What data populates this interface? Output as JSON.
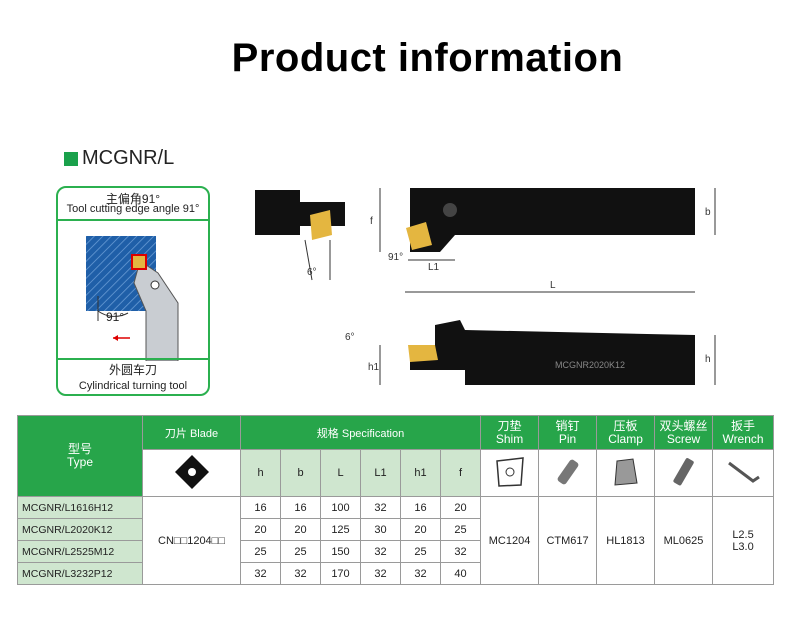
{
  "title": "Product information",
  "model": "MCGNR/L",
  "angle_panel": {
    "cn_title": "主偏角91°",
    "en_title": "Tool cutting edge angle 91°",
    "angle_label": "91°",
    "cn_bottom": "外圆车刀",
    "en_bottom": "Cylindrical turning tool"
  },
  "drawing": {
    "labels": {
      "f": "f",
      "b": "b",
      "L1": "L1",
      "L": "L",
      "a91": "91°",
      "a6": "6°",
      "a6b": "6°",
      "h1": "h1",
      "h": "h"
    },
    "holder_text": "MCGNR2020K12"
  },
  "table": {
    "headers": {
      "type_cn": "型号",
      "type_en": "Type",
      "blade": "刀片 Blade",
      "spec": "规格 Specification",
      "shim_cn": "刀垫",
      "shim_en": "Shim",
      "pin_cn": "销钉",
      "pin_en": "Pin",
      "clamp_cn": "压板",
      "clamp_en": "Clamp",
      "screw_cn": "双头螺丝",
      "screw_en": "Screw",
      "wrench_cn": "扳手",
      "wrench_en": "Wrench"
    },
    "columns": [
      "h",
      "b",
      "L",
      "L1",
      "h1",
      "f"
    ],
    "rows": [
      {
        "type": "MCGNR/L1616H12",
        "values": [
          "16",
          "16",
          "100",
          "32",
          "16",
          "20"
        ]
      },
      {
        "type": "MCGNR/L2020K12",
        "values": [
          "20",
          "20",
          "125",
          "30",
          "20",
          "25"
        ]
      },
      {
        "type": "MCGNR/L2525M12",
        "values": [
          "25",
          "25",
          "150",
          "32",
          "25",
          "32"
        ]
      },
      {
        "type": "MCGNR/L3232P12",
        "values": [
          "32",
          "32",
          "170",
          "32",
          "32",
          "40"
        ]
      }
    ],
    "blade": "CN□□1204□□",
    "shim": "MC1204",
    "pin": "CTM617",
    "clamp": "HL1813",
    "screw": "ML0625",
    "wrench_1": "L2.5",
    "wrench_2": "L3.0"
  },
  "colors": {
    "accent": "#27a54a",
    "light": "#cfe6cf",
    "insert": "#e4b640",
    "workpiece": "#1f5fa8"
  }
}
